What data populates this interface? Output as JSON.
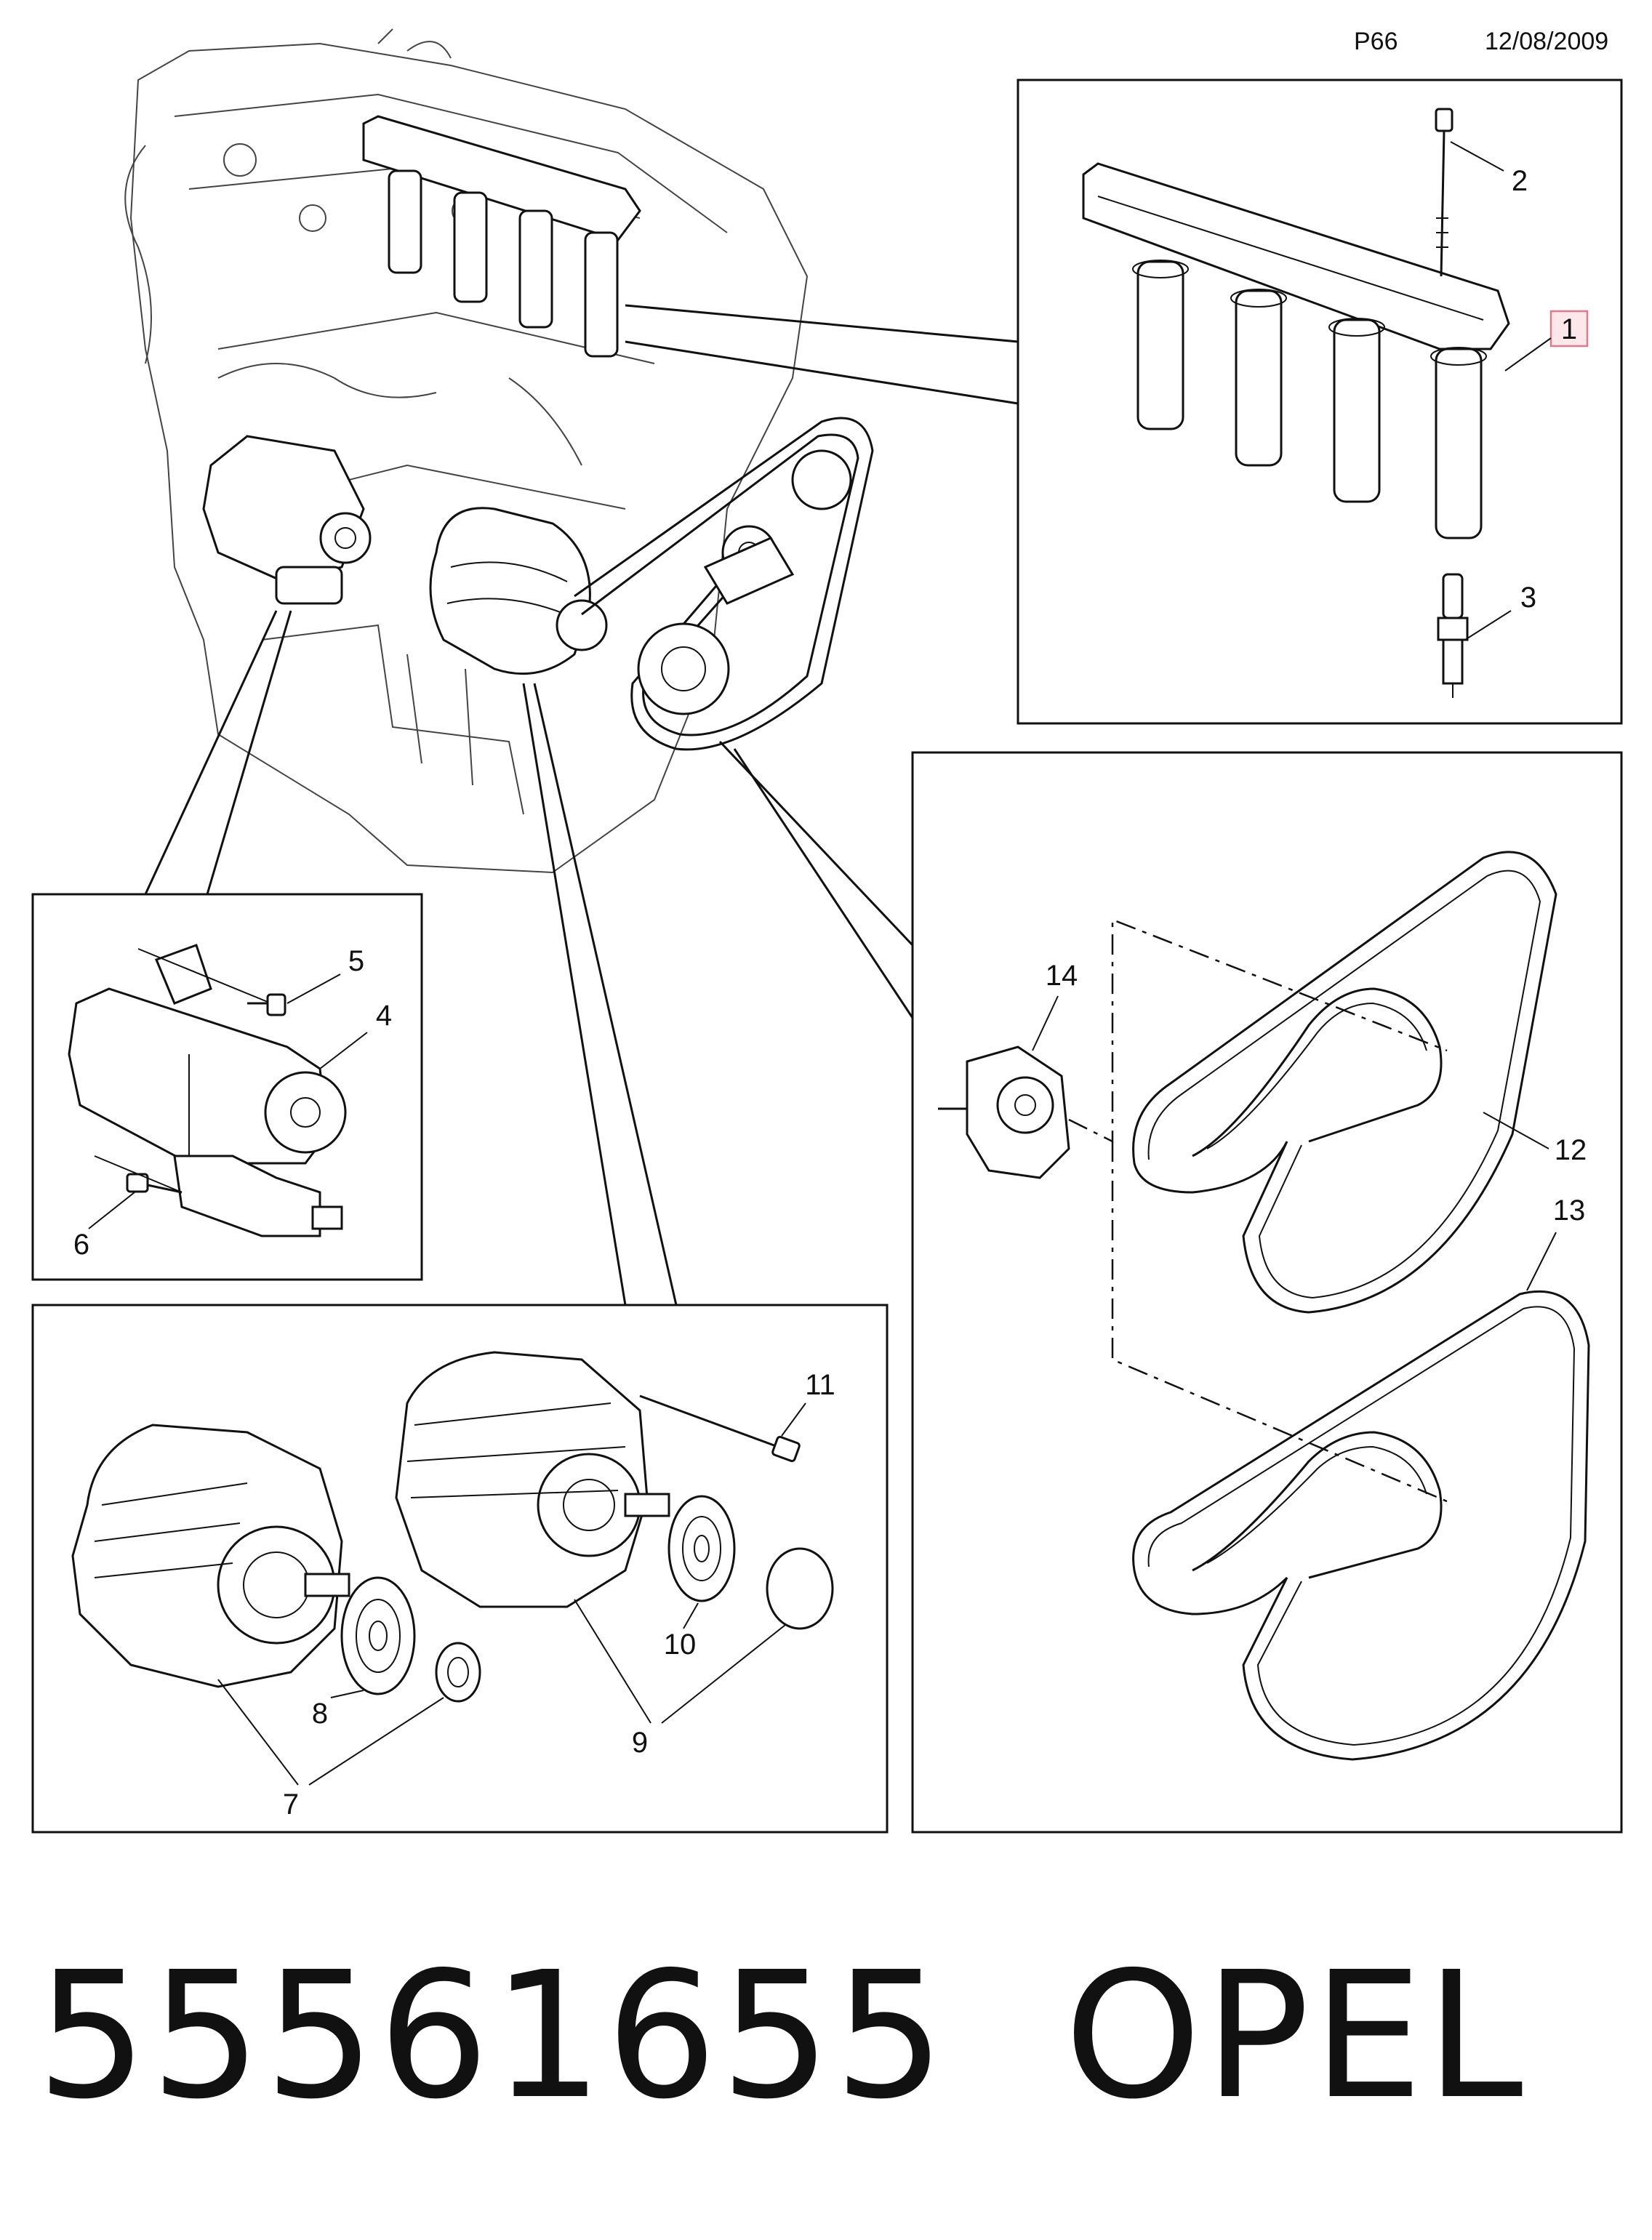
{
  "header": {
    "page_ref": "P66",
    "date": "12/08/2009"
  },
  "footer": {
    "part_number": "55561655",
    "brand": "OPEL"
  },
  "callouts": {
    "c1": "1",
    "c2": "2",
    "c3": "3",
    "c4": "4",
    "c5": "5",
    "c6": "6",
    "c7": "7",
    "c8": "8",
    "c9": "9",
    "c10": "10",
    "c11": "11",
    "c12": "12",
    "c13": "13",
    "c14": "14"
  },
  "highlight_color": "#e07a8a"
}
